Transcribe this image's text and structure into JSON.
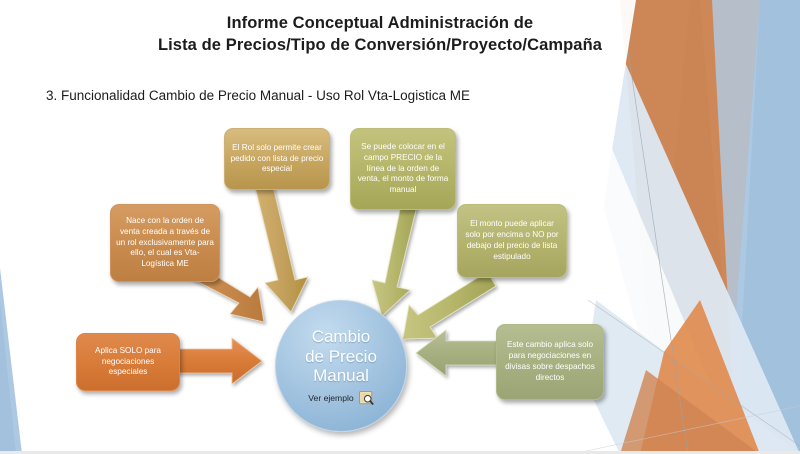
{
  "slide": {
    "title_lines": [
      "Informe Conceptual Administración de",
      "Lista de Precios/Tipo de Conversión/Proyecto/Campaña"
    ],
    "subtitle": "3. Funcionalidad Cambio de Precio Manual - Uso Rol Vta-Logistica ME"
  },
  "center": {
    "line1": "Cambio",
    "line2": "de Precio",
    "line3": "Manual",
    "link_label": "Ver ejemplo",
    "link_icon": "document-zoom-icon"
  },
  "callouts": [
    {
      "id": "rol-lista-precio-especial",
      "text": "El Rol solo permite crear pedido con lista de precio especial",
      "color": "#c6a55f"
    },
    {
      "id": "campo-precio-manual",
      "text": "Se puede colocar en el campo PRECIO de la línea de la orden de venta, el monto de forma manual",
      "color": "#b4b468"
    },
    {
      "id": "orden-venta-rol-exclusivo",
      "text": "Nace con la orden de venta creada a través de un rol exclusivamente para ello, el cual es Vta-Logística ME",
      "color": "#c98b4d"
    },
    {
      "id": "monto-encima-precio-lista",
      "text": "El monto puede aplicar solo por encima o NO por debajo del precio de lista estipulado",
      "color": "#b3b36e"
    },
    {
      "id": "negociaciones-especiales",
      "text": "Aplica SOLO para negociaciones especiales",
      "color": "#d87b38"
    },
    {
      "id": "divisas-despachos-directos",
      "text": "Este cambio aplica solo para negociaciones en divisas sobre despachos directos",
      "color": "#a6af80"
    }
  ],
  "arrows": [
    {
      "id": "arrow-from-rol-lista-precio",
      "direction": "down-right",
      "color": "#c6a55f"
    },
    {
      "id": "arrow-from-campo-precio",
      "direction": "down-left",
      "color": "#b4b468"
    },
    {
      "id": "arrow-from-orden-venta-rol",
      "direction": "down-right",
      "color": "#c98b4d"
    },
    {
      "id": "arrow-from-monto-encima",
      "direction": "down-left",
      "color": "#b3b36e"
    },
    {
      "id": "arrow-from-negociaciones-especiales",
      "direction": "right",
      "color": "#d87b38"
    },
    {
      "id": "arrow-from-divisas-despachos",
      "direction": "left",
      "color": "#a6af80"
    }
  ],
  "theme": {
    "accent_orange": "#d08552",
    "accent_blue": "#a8c5e0",
    "circle_blue": "#9cc0de",
    "background": "#ffffff"
  }
}
